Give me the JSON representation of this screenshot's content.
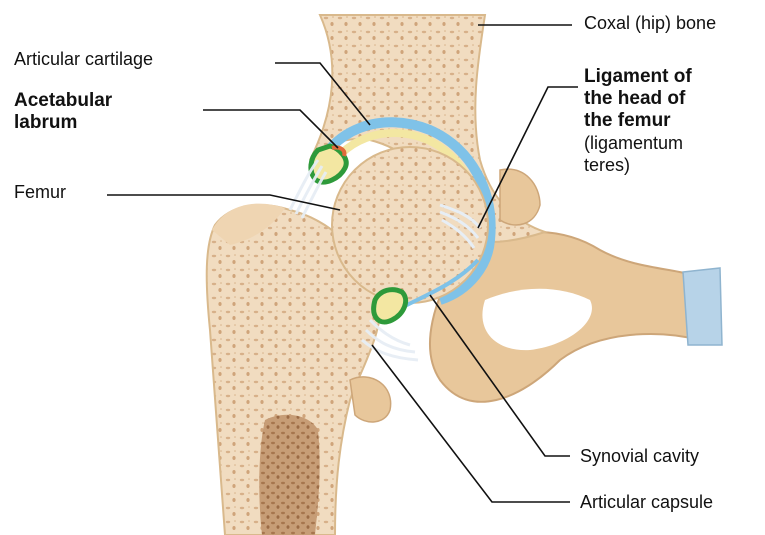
{
  "labels": {
    "coxal_bone": "Coxal (hip) bone",
    "articular_cartilage": "Articular cartilage",
    "acetabular_labrum_line1": "Acetabular",
    "acetabular_labrum_line2": "labrum",
    "ligament_line1": "Ligament of",
    "ligament_line2": "the head of",
    "ligament_line3": "the femur",
    "ligamentum_line1": "(ligamentum",
    "ligamentum_line2": "teres)",
    "femur": "Femur",
    "synovial_cavity": "Synovial cavity",
    "articular_capsule": "Articular capsule"
  },
  "colors": {
    "bone": "#f1dcc0",
    "bone_edge": "#d9b98c",
    "marrow": "#b98d6a",
    "cartilage_green": "#2e9a3a",
    "synovial_blue": "#7fc2e8",
    "cartilage_yellow": "#f3e7a2",
    "labrum_red": "#e06a3a",
    "ligament": "#e7eef5",
    "glove_blue": "#b7d3e8",
    "leader_line": "#111111"
  }
}
